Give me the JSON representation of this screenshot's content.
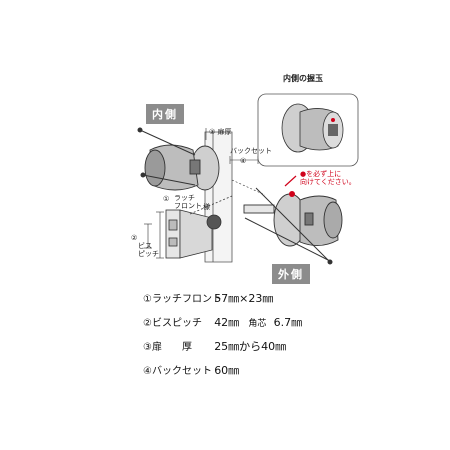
{
  "labels": {
    "inside": "内側",
    "outside": "外側",
    "inside_knob": "内側の握玉",
    "door_thickness": "扉厚",
    "backset": "バックセット",
    "latch_front": "ラッチ\nフロント",
    "latch_front_suffix": "様",
    "screw_pitch": "ビス\nピッチ",
    "note": "●を必ず上に\n向けてください。"
  },
  "markers": {
    "m1": "①",
    "m2": "②",
    "m3": "③",
    "m4": "④"
  },
  "specs": [
    {
      "key": "①ラッチフロント",
      "value": "57㎜×23㎜",
      "extra_label": "",
      "extra_value": ""
    },
    {
      "key": "②ビスピッチ",
      "value": "42㎜",
      "extra_label": "角芯",
      "extra_value": "6.7㎜"
    },
    {
      "key": "③扉　　厚",
      "value": "25㎜から40㎜",
      "extra_label": "",
      "extra_value": ""
    },
    {
      "key": "④バックセット",
      "value": "60㎜",
      "extra_label": "",
      "extra_value": ""
    }
  ],
  "colors": {
    "accent": "#d0021b",
    "tag": "#8c8c8c"
  }
}
